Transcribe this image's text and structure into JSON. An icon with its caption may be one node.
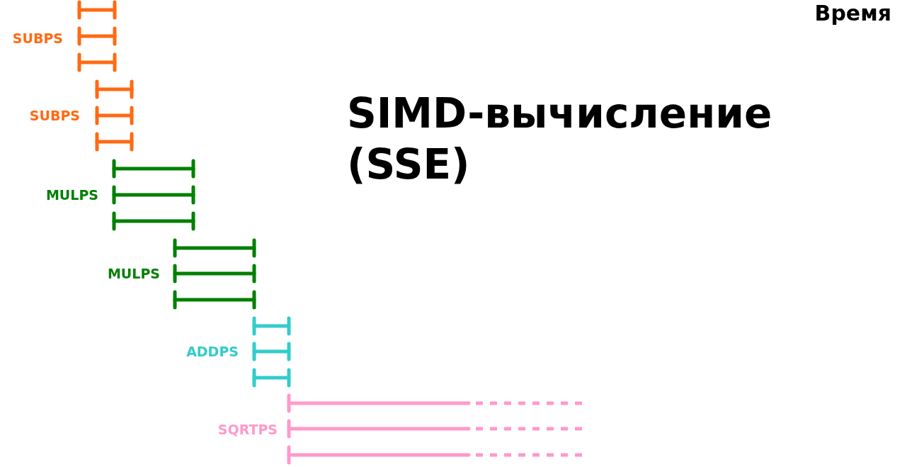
{
  "diagram": {
    "title": "SIMD-вычисление (SSE)",
    "labels": [
      "Время",
      "SUBPS",
      "SUBPS",
      "MULPS",
      "MULPS",
      "ADDPS",
      "SQRTPS"
    ]
  }
}
